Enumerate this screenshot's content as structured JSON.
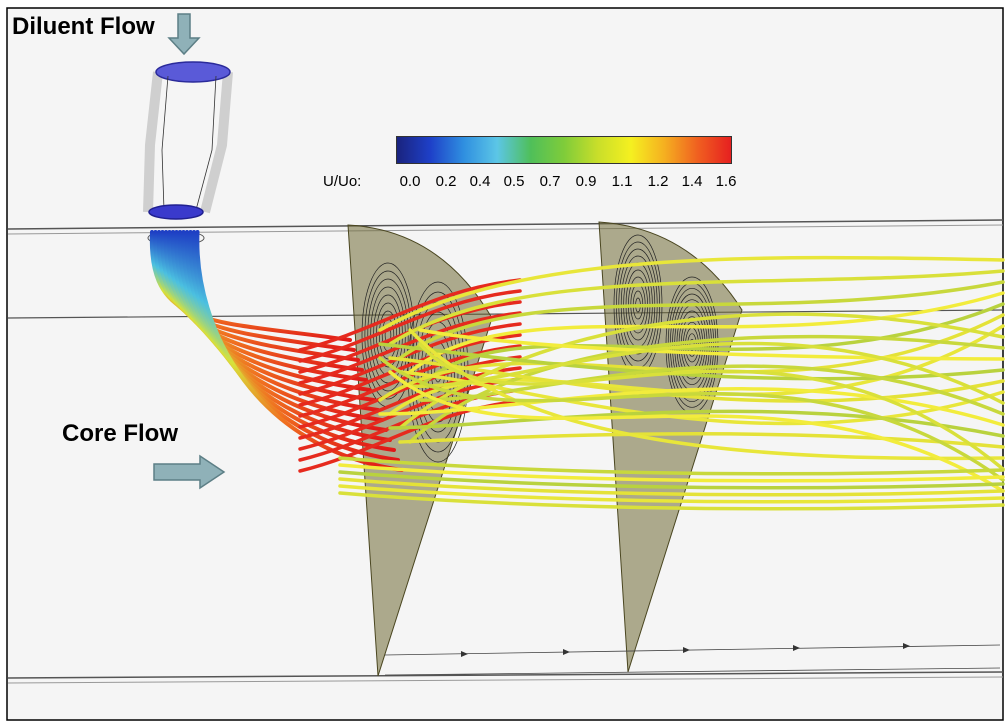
{
  "labels": {
    "diluent_flow": "Diluent Flow",
    "core_flow": "Core Flow"
  },
  "colorbar": {
    "variable": "U/Uo:",
    "ticks": [
      "0.0",
      "0.2",
      "0.4",
      "0.5",
      "0.7",
      "0.9",
      "1.1",
      "1.2",
      "1.4",
      "1.6"
    ],
    "min": 0.0,
    "max": 1.6,
    "colors": [
      "#1a237e",
      "#1e40c8",
      "#2f8fe0",
      "#5cc6e6",
      "#4fbf5a",
      "#7fcc3a",
      "#c8de2a",
      "#f5f020",
      "#f5b020",
      "#f06020",
      "#e62020"
    ]
  },
  "colors": {
    "arrow_fill": "#8fb1b8",
    "arrow_stroke": "#5d7f86",
    "plane_fill": "#6f6a35",
    "duct_line": "#555555",
    "frame": "#000000"
  }
}
